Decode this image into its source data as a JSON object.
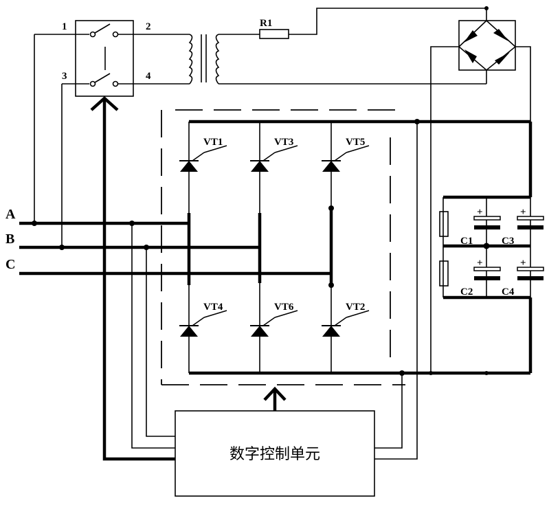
{
  "switch": {
    "terminals": [
      "1",
      "2",
      "3",
      "4"
    ]
  },
  "resistor": {
    "label": "R1"
  },
  "phases": [
    "A",
    "B",
    "C"
  ],
  "thyristors": {
    "upper": [
      "VT1",
      "VT3",
      "VT5"
    ],
    "lower": [
      "VT4",
      "VT6",
      "VT2"
    ]
  },
  "capacitors": [
    "C1",
    "C3",
    "C2",
    "C4"
  ],
  "control_unit": {
    "label": "数字控制单元"
  }
}
